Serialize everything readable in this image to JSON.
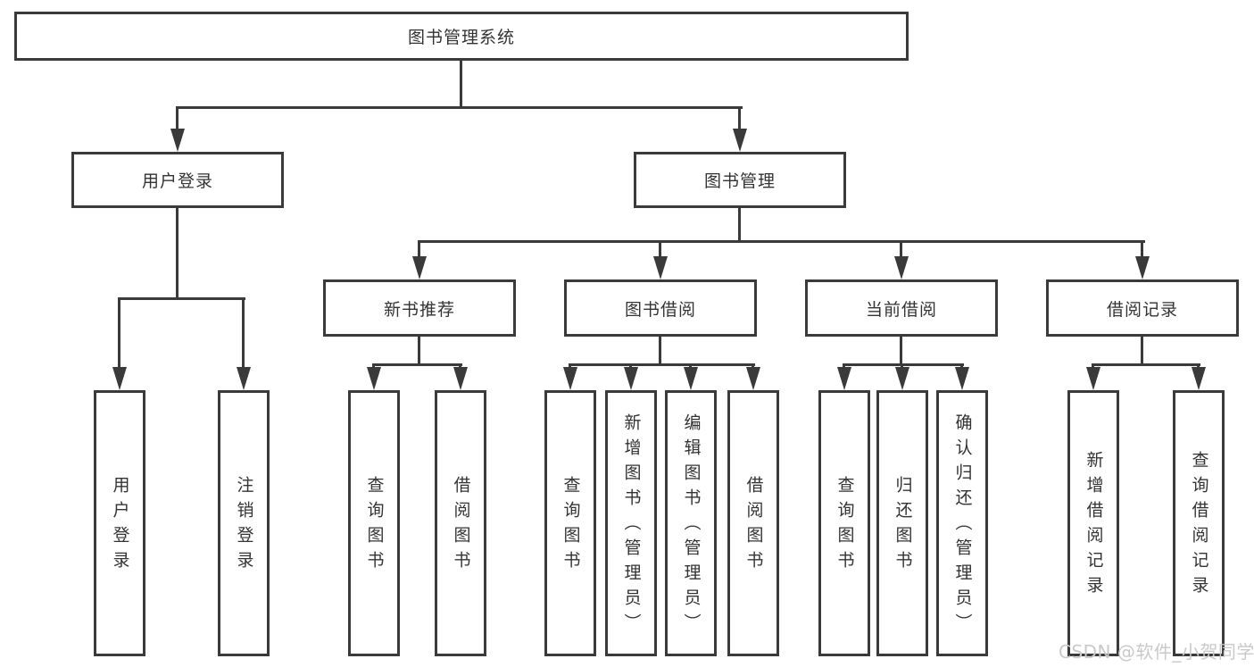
{
  "tree": {
    "root": "图书管理系统",
    "branches": [
      {
        "label": "用户登录",
        "children": [
          "用户登录",
          "注销登录"
        ]
      },
      {
        "label": "图书管理",
        "groups": [
          {
            "label": "新书推荐",
            "children": [
              "查询图书",
              "借阅图书"
            ]
          },
          {
            "label": "图书借阅",
            "children": [
              "查询图书",
              "新增图书（管理员）",
              "编辑图书（管理员）",
              "借阅图书"
            ]
          },
          {
            "label": "当前借阅",
            "children": [
              "查询图书",
              "归还图书",
              "确认归还（管理员）"
            ]
          },
          {
            "label": "借阅记录",
            "children": [
              "新增借阅记录",
              "查询借阅记录"
            ]
          }
        ]
      }
    ]
  },
  "watermark": {
    "text": "CSDN @软件_小贺同学"
  },
  "colors": {
    "line": "#3a3a3a",
    "text": "#333333",
    "box_background": "#ffffff",
    "watermark": "#c9c9c9"
  }
}
